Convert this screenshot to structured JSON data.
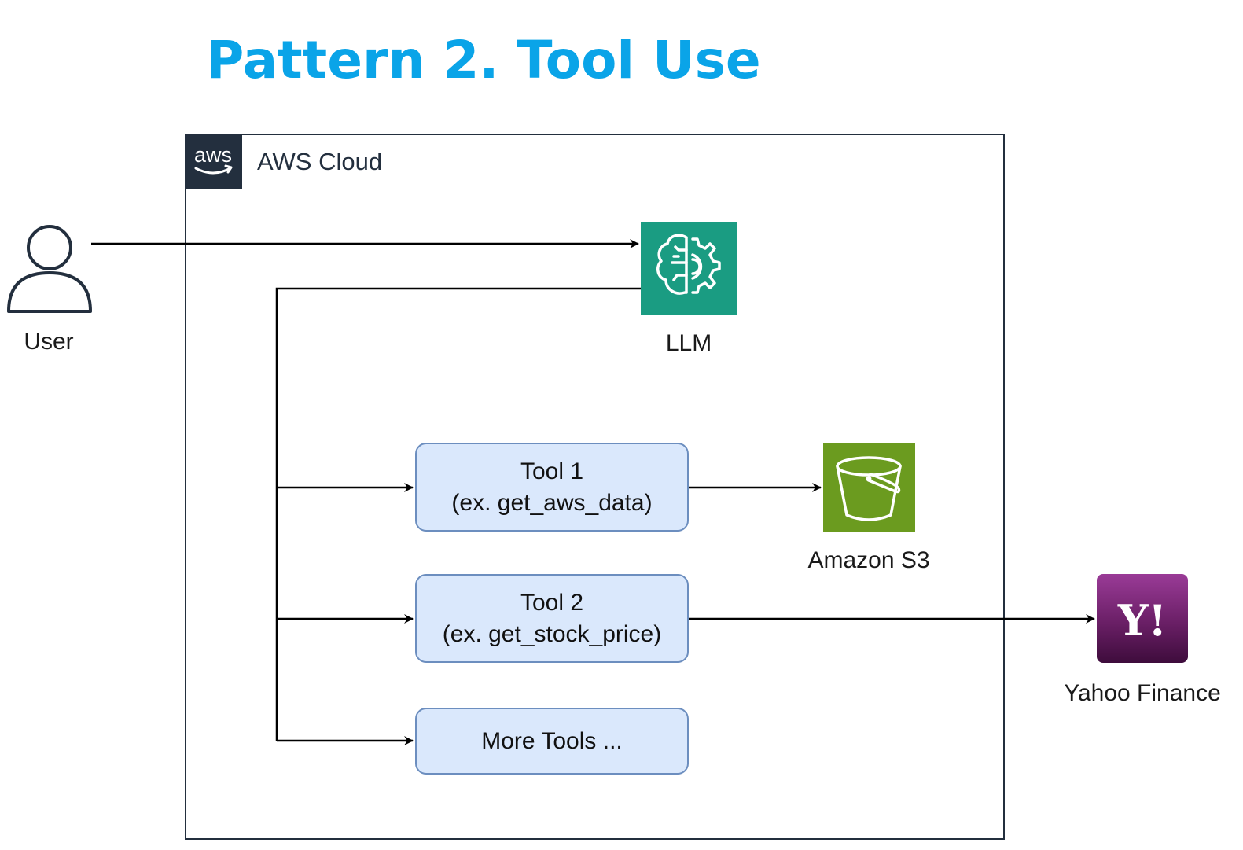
{
  "title": "Pattern 2. Tool Use",
  "aws": {
    "badge_text": "aws",
    "label": "AWS Cloud"
  },
  "user": {
    "label": "User",
    "icon": "user-icon"
  },
  "llm": {
    "label": "LLM",
    "icon": "brain-gear-icon",
    "color": "#1a9c82"
  },
  "tools": [
    {
      "line1": "Tool 1",
      "line2": "(ex. get_aws_data)"
    },
    {
      "line1": "Tool 2",
      "line2": "(ex. get_stock_price)"
    },
    {
      "line1": "More Tools ...",
      "line2": ""
    }
  ],
  "s3": {
    "label": "Amazon S3",
    "icon": "bucket-icon",
    "color": "#6b9b1f"
  },
  "yahoo": {
    "label": "Yahoo Finance",
    "icon": "yahoo-logo-icon",
    "logo_text": "Y!",
    "color": "#5c1a5a"
  }
}
